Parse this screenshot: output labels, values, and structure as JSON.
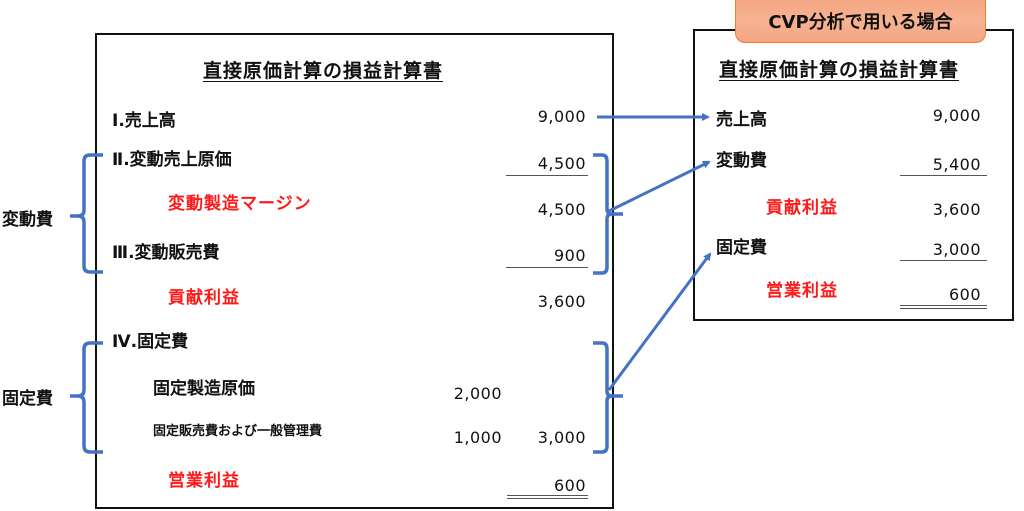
{
  "left_statement": {
    "title": "直接原価計算の損益計算書",
    "rows": {
      "sales": {
        "label": "Ⅰ.売上高",
        "value": "9,000"
      },
      "variable_cogs": {
        "label": "Ⅱ.変動売上原価",
        "value": "4,500"
      },
      "variable_mfg_margin": {
        "label": "変動製造マージン",
        "value": "4,500"
      },
      "variable_selling": {
        "label": "Ⅲ.変動販売費",
        "value": "900"
      },
      "contribution_margin": {
        "label": "貢献利益",
        "value": "3,600"
      },
      "fixed_costs": {
        "label": "Ⅳ.固定費"
      },
      "fixed_mfg": {
        "label": "固定製造原価",
        "value": "2,000"
      },
      "fixed_sga": {
        "label": "固定販売費および一般管理費",
        "value": "1,000",
        "total": "3,000"
      },
      "operating_income": {
        "label": "営業利益",
        "value": "600"
      }
    }
  },
  "side_labels": {
    "variable": "変動費",
    "fixed": "固定費"
  },
  "cvp_statement": {
    "tag": "CVP分析で用いる場合",
    "title": "直接原価計算の損益計算書",
    "rows": {
      "sales": {
        "label": "売上高",
        "value": "9,000"
      },
      "variable": {
        "label": "変動費",
        "value": "5,400"
      },
      "contribution_margin": {
        "label": "貢献利益",
        "value": "3,600"
      },
      "fixed": {
        "label": "固定費",
        "value": "3,000"
      },
      "operating_income": {
        "label": "営業利益",
        "value": "600"
      }
    }
  },
  "colors": {
    "accent_blue": "#4472C4",
    "highlight_red": "#FF1A1A",
    "tag_fill": "#F4A582",
    "tag_border": "#ED7D31"
  }
}
